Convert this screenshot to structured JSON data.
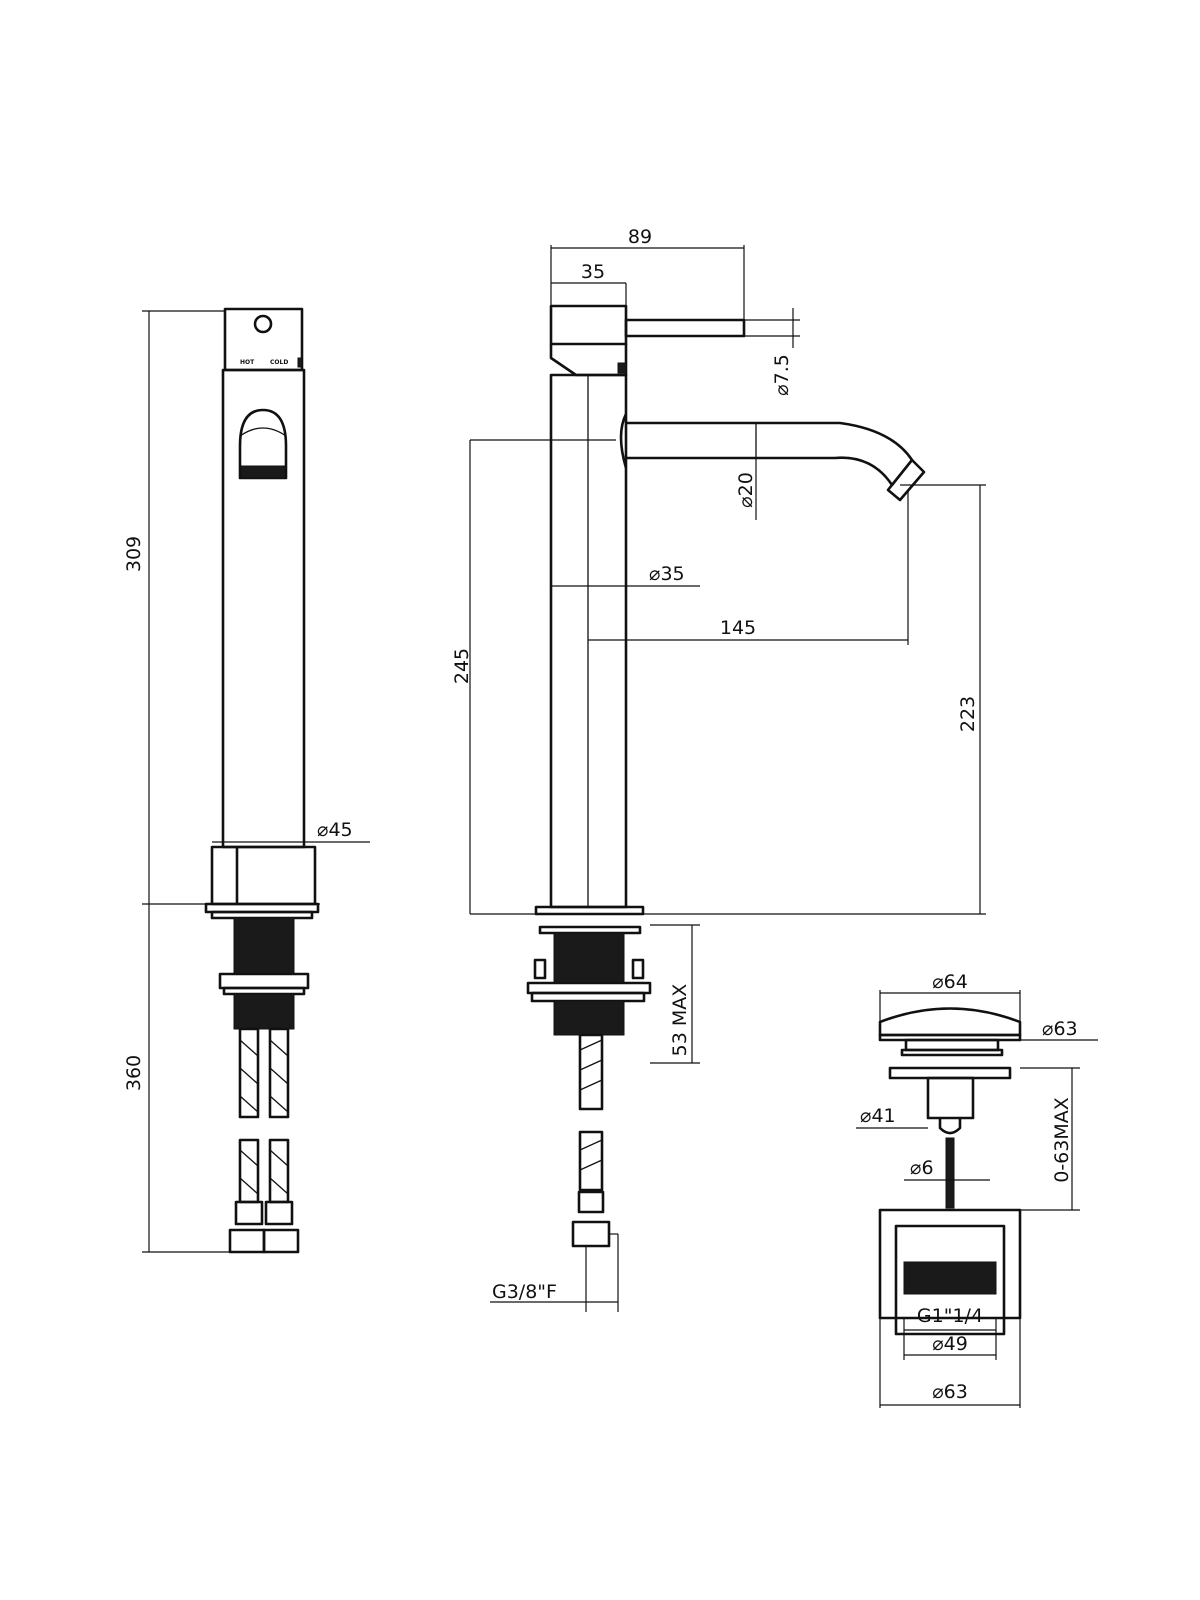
{
  "colors": {
    "line": "#111111",
    "background": "#ffffff"
  },
  "drawing": {
    "front_view": {
      "height_309": "309",
      "height_360": "360",
      "base_diameter": "⌀45",
      "handle_marks": [
        "HOT",
        "COLD"
      ]
    },
    "side_view": {
      "overall_width": "89",
      "handle_width": "35",
      "lever_diameter": "⌀7.5",
      "spout_diameter": "⌀20",
      "body_diameter": "⌀35",
      "spout_reach": "145",
      "spout_height": "245",
      "outlet_height": "223",
      "mounting_thickness": "53 MAX",
      "connection": "G3/8\"F"
    },
    "waste_view": {
      "cap_diameter": "⌀64",
      "flange_diameter": "⌀63",
      "shaft_diameter": "⌀41",
      "rod_diameter": "⌀6",
      "adjustment": "0-63MAX",
      "thread": "G1\"1/4",
      "body_diameter": "⌀49",
      "outer_diameter": "⌀63"
    }
  }
}
